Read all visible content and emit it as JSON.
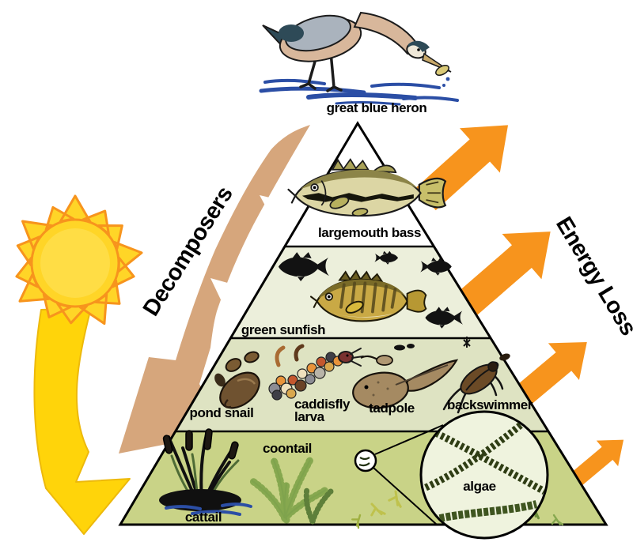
{
  "diagram": {
    "labels": {
      "heron": "great blue heron",
      "bass": "largemouth bass",
      "sunfish": "green sunfish",
      "pond_snail": "pond snail",
      "caddisfly_line1": "caddisfly",
      "caddisfly_line2": "larva",
      "tadpole": "tadpole",
      "backswimmer": "backswimmer",
      "cattail": "cattail",
      "coontail": "coontail",
      "algae": "algae",
      "decomposers": "Decomposers",
      "energy_loss": "Energy Loss"
    },
    "levels": [
      {
        "organisms": [
          "largemouth bass"
        ]
      },
      {
        "organisms": [
          "green sunfish"
        ]
      },
      {
        "organisms": [
          "pond snail",
          "caddisfly larva",
          "tadpole",
          "backswimmer"
        ]
      },
      {
        "organisms": [
          "cattail",
          "coontail",
          "algae"
        ]
      }
    ],
    "apex_consumer": "great blue heron",
    "colors": {
      "level1": "#FFFFFF",
      "level2": "#ECEFDB",
      "level3": "#DEE3C2",
      "level4": "#C9D387",
      "outline": "#000000",
      "energy_arrow_orange": "#F7941D",
      "decomposer_arrow_tan": "#D6A67C",
      "sun_arrow_yellow": "#FFD40A",
      "sun_core": "#FFD527",
      "sun_outline": "#F7941D",
      "water_blue": "#2B4EA5"
    }
  }
}
